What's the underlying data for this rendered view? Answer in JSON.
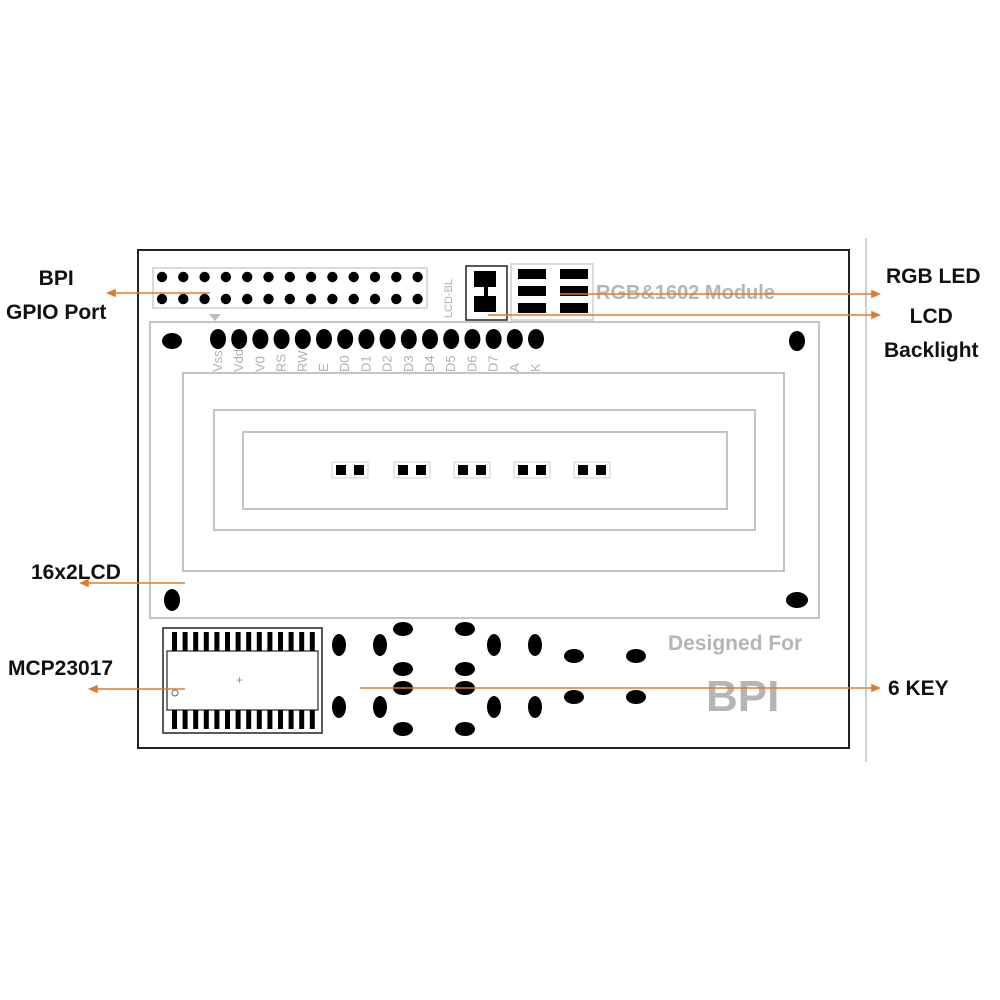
{
  "board": {
    "title": "RGB&1602 Module",
    "silk_lcd_bl": "LCD-BL",
    "designed_for": "Designed For",
    "brand": "BPI",
    "lcd_pins": [
      "Vss",
      "Vdd",
      "V0",
      "RS",
      "RW",
      "E",
      "D0",
      "D1",
      "D2",
      "D3",
      "D4",
      "D5",
      "D6",
      "D7",
      "A",
      "K"
    ]
  },
  "callouts": {
    "gpio_line1": "BPI",
    "gpio_line2": "GPIO Port",
    "rgb_led": "RGB LED",
    "backlight_line1": "LCD",
    "backlight_line2": "Backlight",
    "lcd": "16x2LCD",
    "mcp": "MCP23017",
    "keys": "6 KEY"
  },
  "colors": {
    "leader": "#e07b2c",
    "outline": "#b8b8b8",
    "pad": "#000000",
    "silk_text": "#b0b0b0"
  }
}
